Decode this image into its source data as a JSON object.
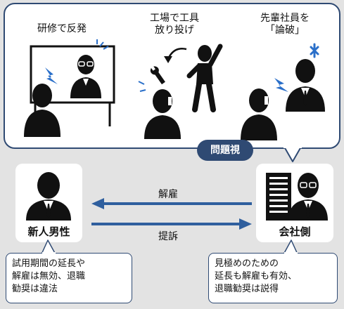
{
  "scenes": {
    "training": "研修で反発",
    "tools": "工場で工具\n放り投げ",
    "senior": "先輩社員を\n「論破」"
  },
  "badge": "問題視",
  "parties": {
    "employee": "新人男性",
    "company": "会社側"
  },
  "arrows": {
    "dismissal": "解雇",
    "lawsuit": "提訴"
  },
  "notes": {
    "employee": "試用期間の延長や\n解雇は無効、退職\n勧奨は違法",
    "company": "見極めのための\n延長も解雇も有効、\n退職勧奨は説得"
  },
  "colors": {
    "navy": "#2f4a73",
    "accent_blue": "#2a6fc9",
    "arrow_blue": "#2f5f9e"
  }
}
